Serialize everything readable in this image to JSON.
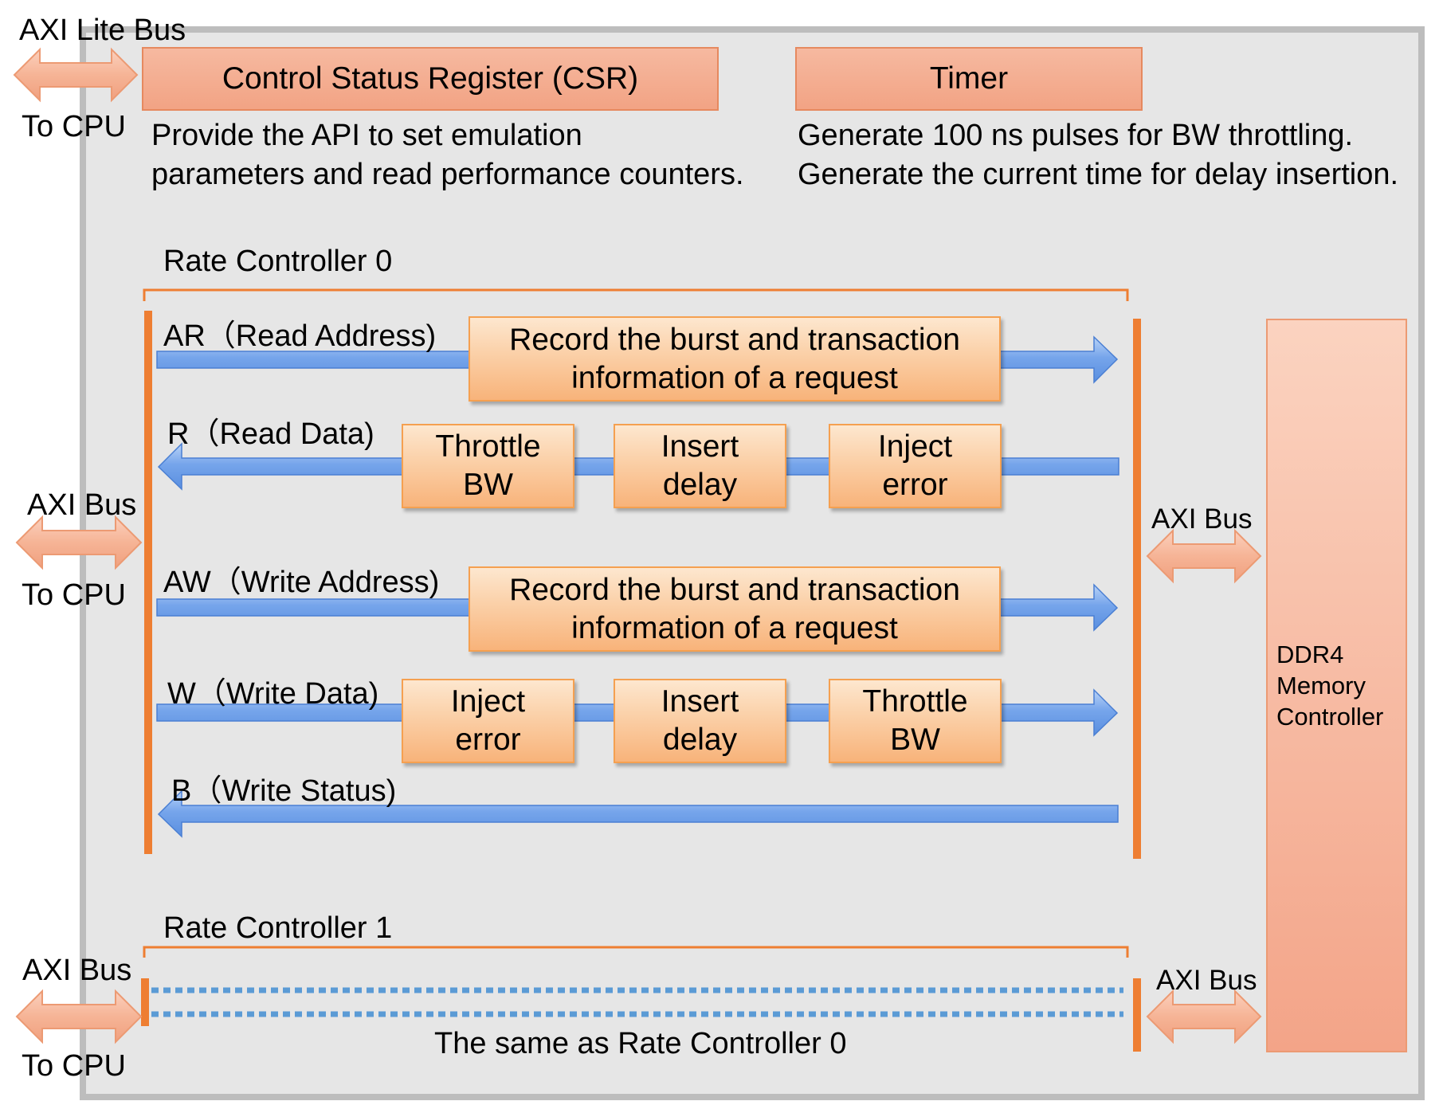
{
  "axi_lite": {
    "bus_label": "AXI Lite Bus",
    "to_cpu": "To CPU"
  },
  "csr": {
    "title": "Control Status Register (CSR)",
    "description": "Provide the API to set emulation\nparameters and read performance counters."
  },
  "timer": {
    "title": "Timer",
    "description": "Generate 100 ns pulses for BW throttling.\nGenerate the current time for delay insertion."
  },
  "rate_controller_0": {
    "title": "Rate Controller 0",
    "left_bus": {
      "label": "AXI Bus",
      "to_cpu": "To CPU"
    },
    "right_bus_label": "AXI Bus",
    "channels": {
      "ar": {
        "label": "AR（Read Address)",
        "record": "Record the burst and transaction\ninformation of a request"
      },
      "r": {
        "label": "R（Read Data)",
        "blocks": [
          "Throttle\nBW",
          "Insert\ndelay",
          "Inject\nerror"
        ]
      },
      "aw": {
        "label": "AW（Write Address)",
        "record": "Record the burst and transaction\ninformation of a request"
      },
      "w": {
        "label": "W（Write Data)",
        "blocks": [
          "Inject\nerror",
          "Insert\ndelay",
          "Throttle\nBW"
        ]
      },
      "b": {
        "label": "B（Write Status)"
      }
    }
  },
  "rate_controller_1": {
    "title": "Rate Controller 1",
    "left_bus": {
      "label": "AXI Bus",
      "to_cpu": "To CPU"
    },
    "right_bus_label": "AXI Bus",
    "note": "The same as Rate Controller 0"
  },
  "memory_controller": {
    "label": "DDR4\nMemory\nController"
  },
  "colors": {
    "frame_fill": "#e6e6e6",
    "frame_border": "#bdbdbd",
    "orange_accent": "#ee7e32",
    "blue_arrow": "#6a9ee8",
    "header_box": "#f4ab8e",
    "process_box": "#fbcfa4"
  }
}
